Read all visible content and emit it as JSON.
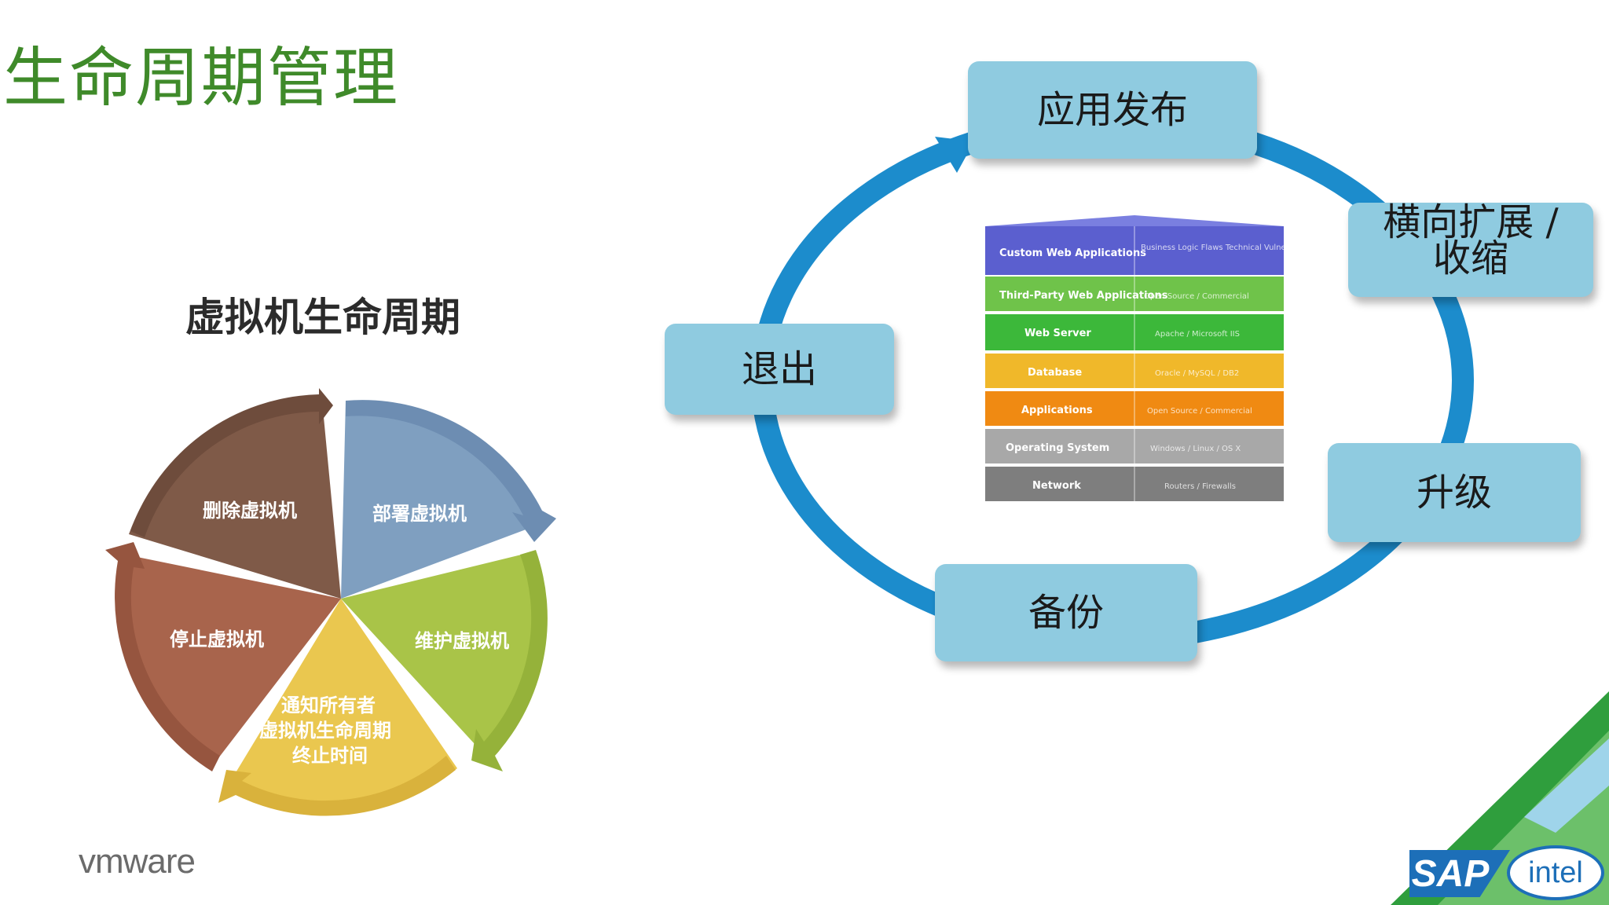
{
  "slide": {
    "title": "生命周期管理"
  },
  "vm_lifecycle": {
    "title": "虚拟机生命周期",
    "segments": [
      {
        "label": "部署虚拟机",
        "color": "#7f9fc0"
      },
      {
        "label": "维护虚拟机",
        "color": "#a9c448"
      },
      {
        "label_lines": [
          "通知所有者",
          "虚拟机生命周期",
          "终止时间"
        ],
        "color": "#eac74f"
      },
      {
        "label": "停止虚拟机",
        "color": "#a8644c"
      },
      {
        "label": "删除虚拟机",
        "color": "#7f5a48"
      }
    ]
  },
  "app_cycle": {
    "ring_color": "#1c8ccc",
    "box_color": "#8fcbe0",
    "stages": {
      "publish": "应用发布",
      "scale": "横向扩展 / 收缩",
      "upgrade": "升级",
      "backup": "备份",
      "retire": "退出"
    },
    "stack_layers": [
      {
        "main": "Custom Web Applications",
        "sub": "Business Logic Flaws  Technical Vulnerabilities",
        "color": "#5b5fcf"
      },
      {
        "main": "Third-Party Web Applications",
        "sub": "Open Source / Commercial",
        "color": "#6fc34a"
      },
      {
        "main": "Web Server",
        "sub": "Apache / Microsoft IIS",
        "color": "#3cb83a"
      },
      {
        "main": "Database",
        "sub": "Oracle / MySQL / DB2",
        "color": "#f0b82a"
      },
      {
        "main": "Applications",
        "sub": "Open Source / Commercial",
        "color": "#f08a12"
      },
      {
        "main": "Operating System",
        "sub": "Windows / Linux / OS X",
        "color": "#a8a8a8"
      },
      {
        "main": "Network",
        "sub": "Routers / Firewalls",
        "color": "#7e7e7e"
      }
    ]
  },
  "logos": {
    "vmware": "vmware",
    "sap": "SAP",
    "intel": "intel",
    "corner_accent_color": "#2f9e3d"
  }
}
